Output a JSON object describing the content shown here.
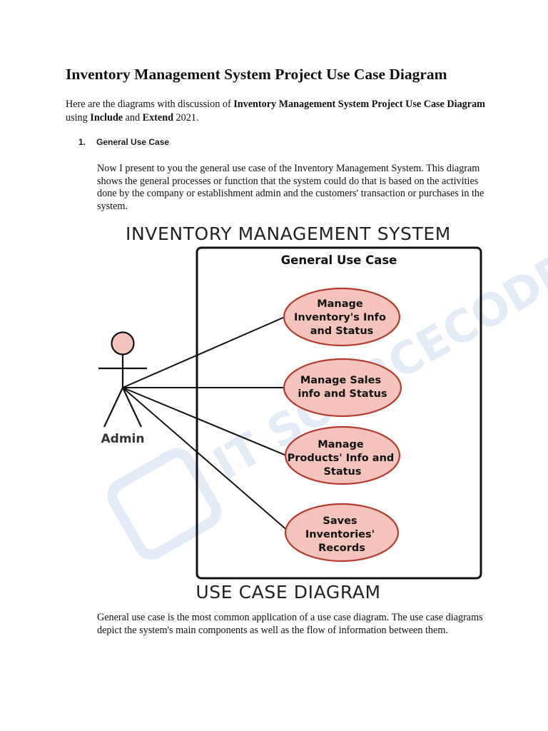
{
  "document": {
    "title": "Inventory Management System Project Use Case Diagram",
    "intro": {
      "text_1": "Here are the diagrams with discussion of ",
      "bold_1": "Inventory Management System Project Use Case Diagram",
      "text_2": " using ",
      "bold_2": "Include",
      "text_3": " and ",
      "bold_3": "Extend",
      "text_4": " 2021."
    },
    "section": {
      "number": "1.",
      "heading": "General Use Case"
    },
    "paragraph_1": "Now I present to you the general use case of the Inventory Management System. This diagram shows the general processes or function that the system could do that is based on the activities done by the company or establishment admin and the customers' transaction or purchases in the system.",
    "paragraph_2": "General use case is the most common application of a use case diagram. The use case diagrams depict the system's main components as well as the flow of information between them."
  },
  "diagram": {
    "top_caption": "INVENTORY MANAGEMENT SYSTEM",
    "bottom_caption": "USE CASE DIAGRAM",
    "boundary_label": "General Use Case",
    "actor": {
      "name": "Admin"
    },
    "use_cases": [
      {
        "lines": [
          "Manage",
          "Inventory's Info",
          "and Status"
        ]
      },
      {
        "lines": [
          "Manage Sales",
          "info and Status"
        ]
      },
      {
        "lines": [
          "Manage",
          "Products' Info and",
          "Status"
        ]
      },
      {
        "lines": [
          "Saves",
          "Inventories'",
          "Records"
        ]
      }
    ],
    "watermark": "IT SOURCECODE",
    "colors": {
      "use_case_fill": "#f4c3bb",
      "use_case_stroke": "#b23a2e",
      "actor_fill": "#f4c3bb",
      "line": "#111111",
      "watermark": "#dfe9f6"
    }
  }
}
